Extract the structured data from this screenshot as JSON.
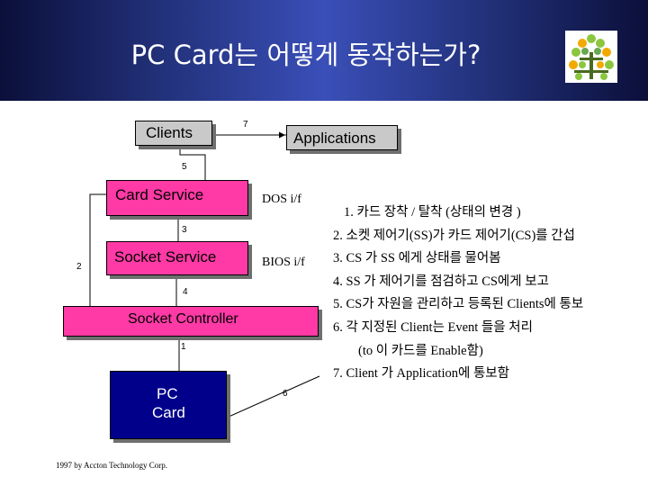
{
  "title": "PC Card는 어떻게 동작하는가?",
  "nodes": {
    "clients": "Clients",
    "applications": "Applications",
    "card_service": "Card Service",
    "socket_service": "Socket Service",
    "socket_controller": "Socket Controller",
    "pc_card_line1": "PC",
    "pc_card_line2": "Card"
  },
  "interfaces": {
    "dos": "DOS i/f",
    "bios": "BIOS i/f"
  },
  "step_numbers": {
    "n1": "1",
    "n2": "2",
    "n3": "3",
    "n4": "4",
    "n5": "5",
    "n6": "6",
    "n7": "7"
  },
  "steps": [
    "1. 카드 장착 / 탈착 (상태의 변경 )",
    "2. 소켓 제어기(SS)가 카드 제어기(CS)를 간섭",
    "3. CS 가 SS 에게 상태를 물어봄",
    "4. SS 가 제어기를 점검하고 CS에게 보고",
    "5. CS가 자원을 관리하고 등록된 Clients에 통보",
    "6. 각 지정된 Client는 Event 들을 처리",
    "(to 이 카드를 Enable함)",
    "7. Client 가 Application에 통보함"
  ],
  "footer": "1997 by Accton Technology Corp.",
  "colors": {
    "title_band": "#22317a",
    "pink_box": "#ff3aa6",
    "grey_box": "#c9c9c9",
    "pc_card_box": "#00008b"
  },
  "icons": {
    "logo": "tree-logo-icon"
  }
}
